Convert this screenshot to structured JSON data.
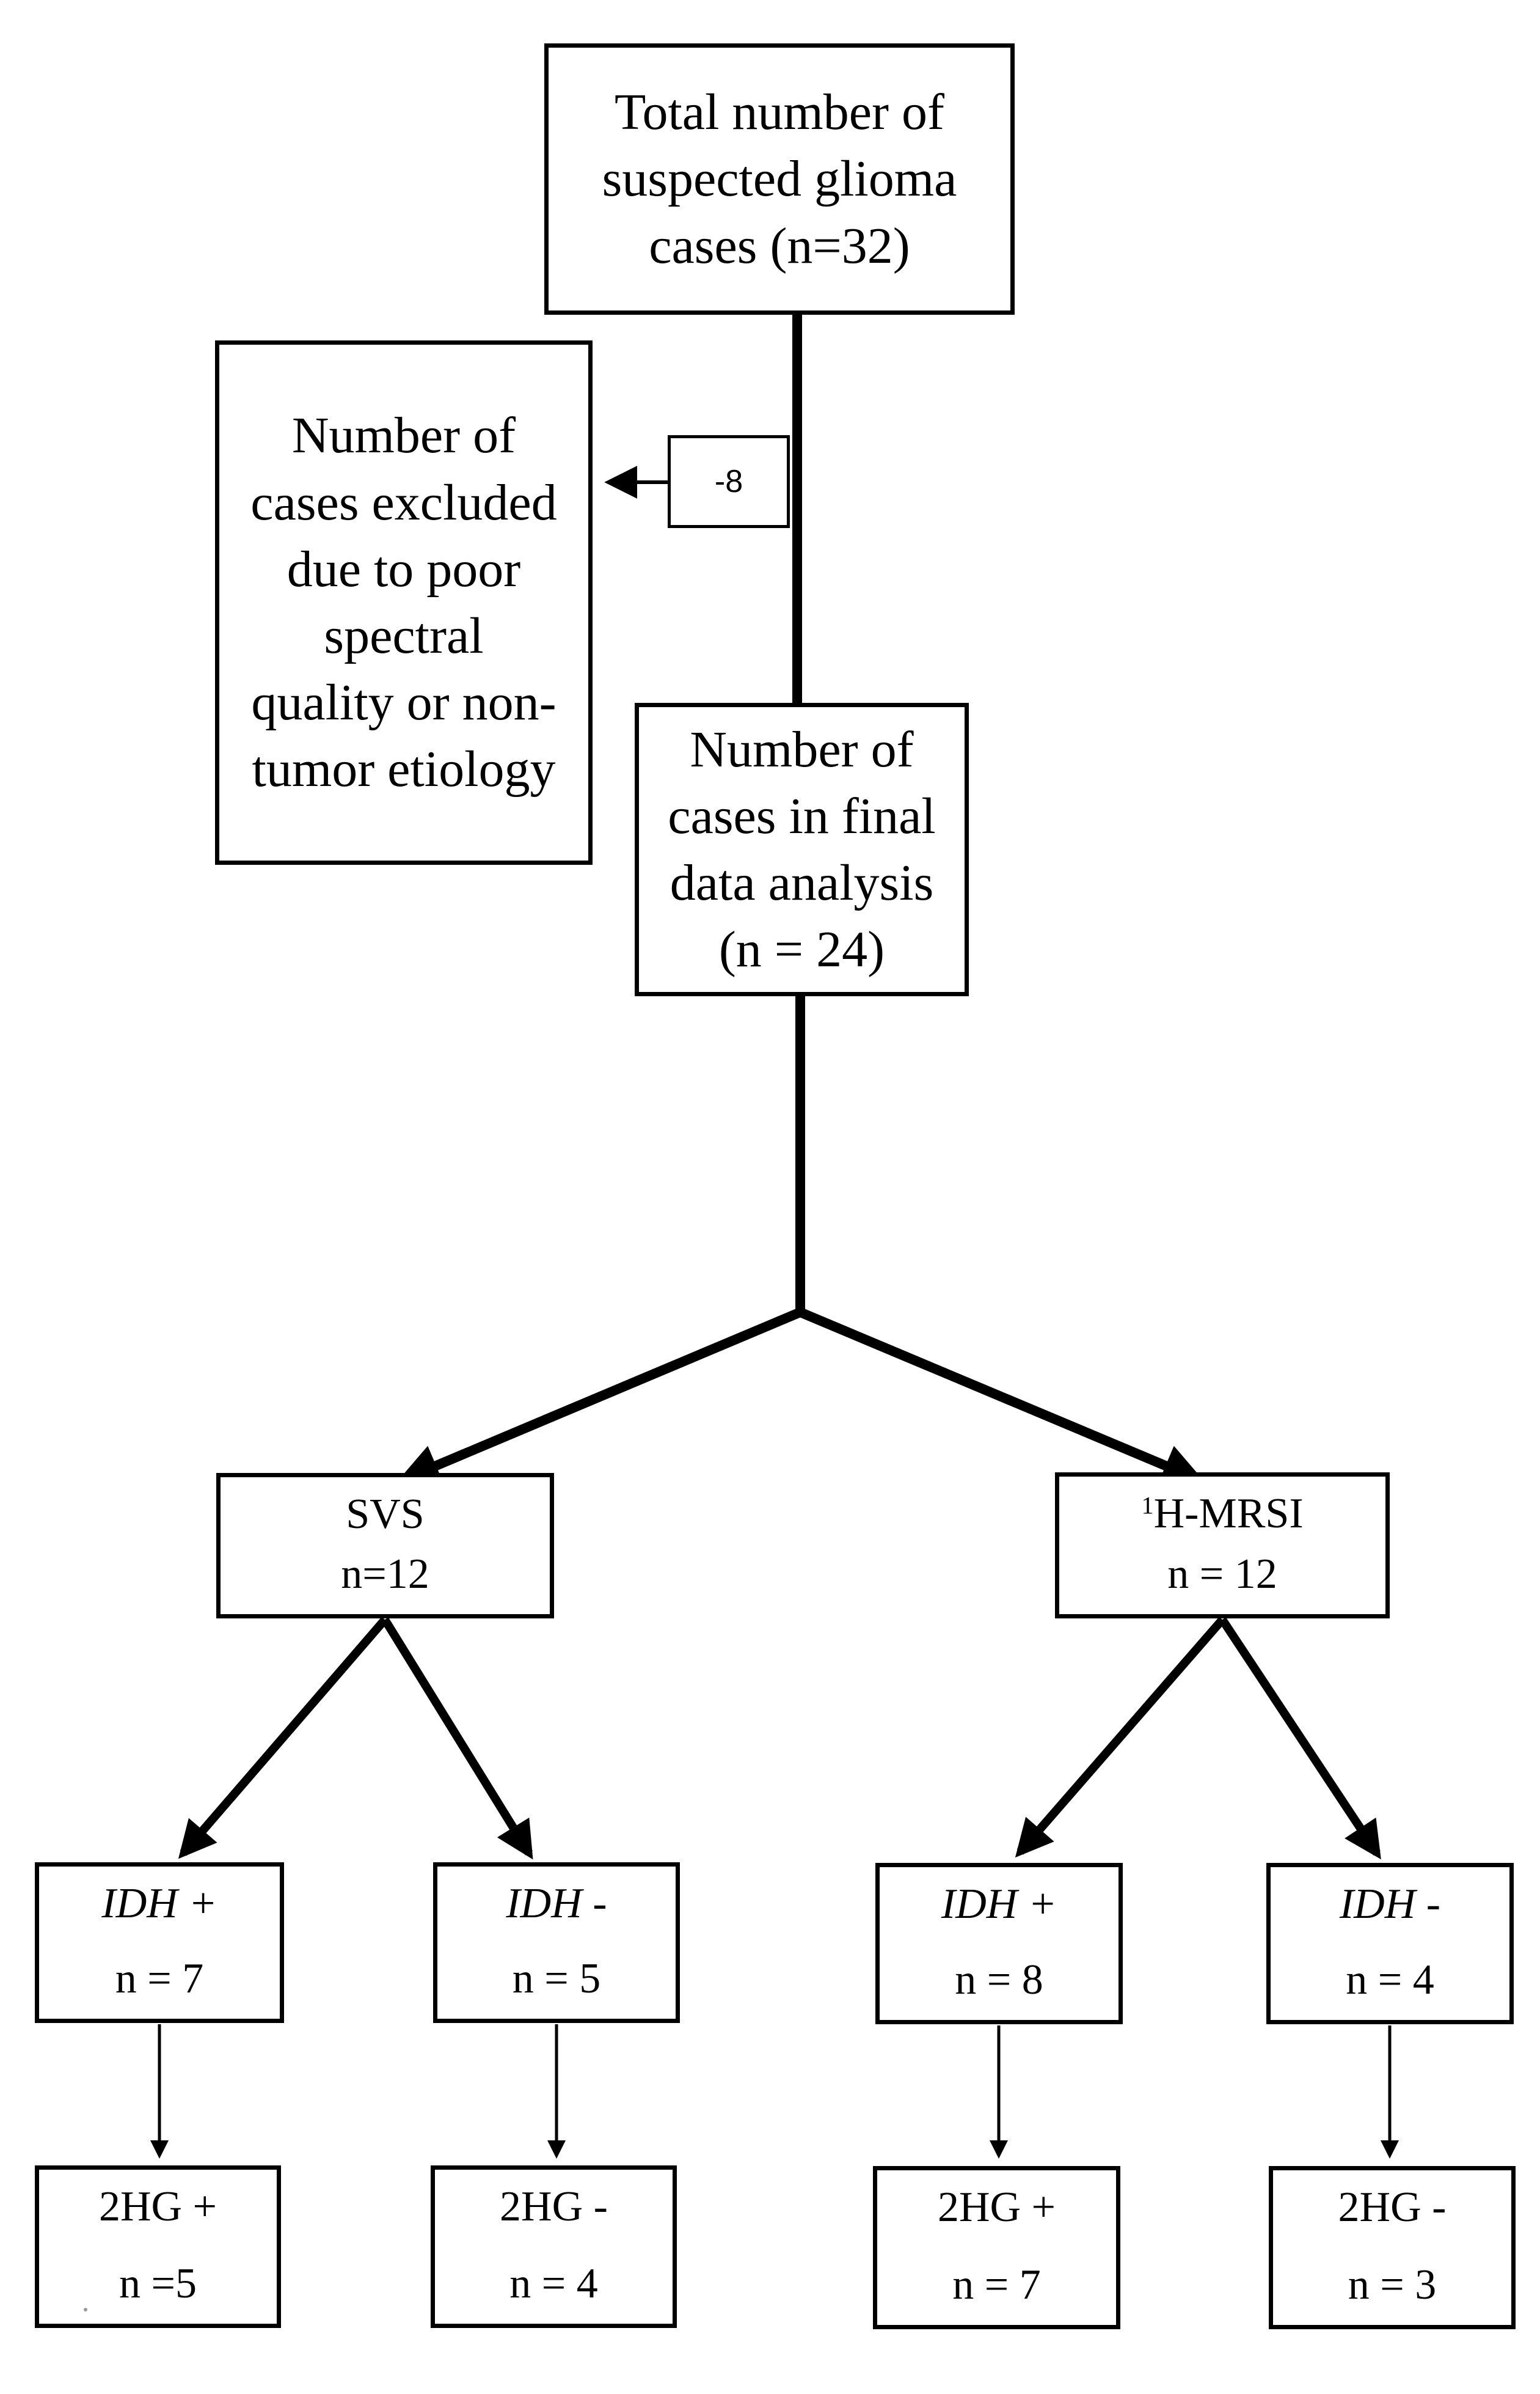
{
  "nodes": {
    "total": {
      "text": "Total number of\nsuspected glioma\ncases (n=32)"
    },
    "excluded": {
      "text": "Number of\ncases excluded\ndue to poor\nspectral\nquality or non-\ntumor etiology"
    },
    "excluded_delta": {
      "label": "-8"
    },
    "final": {
      "text": "Number of\ncases in final\ndata analysis\n(n = 24)"
    },
    "svs": {
      "label": "SVS",
      "count": "n=12"
    },
    "hmrsi": {
      "label_sup": "1",
      "label": "H-MRSI",
      "count": "n = 12"
    },
    "svs_idh_pos": {
      "label": "IDH +",
      "count": "n = 7"
    },
    "svs_idh_neg": {
      "label": "IDH -",
      "count": "n = 5"
    },
    "mrsi_idh_pos": {
      "label": "IDH +",
      "count": "n = 8"
    },
    "mrsi_idh_neg": {
      "label": "IDH -",
      "count": "n = 4"
    },
    "svs_2hg_pos": {
      "label": "2HG +",
      "count": "n =5"
    },
    "svs_2hg_neg": {
      "label": "2HG -",
      "count": "n = 4"
    },
    "mrsi_2hg_pos": {
      "label": "2HG +",
      "count": "n = 7"
    },
    "mrsi_2hg_neg": {
      "label": "2HG -",
      "count": "n = 3"
    }
  },
  "colors": {
    "background": "#ffffff",
    "line": "#000000",
    "text": "#000000"
  }
}
